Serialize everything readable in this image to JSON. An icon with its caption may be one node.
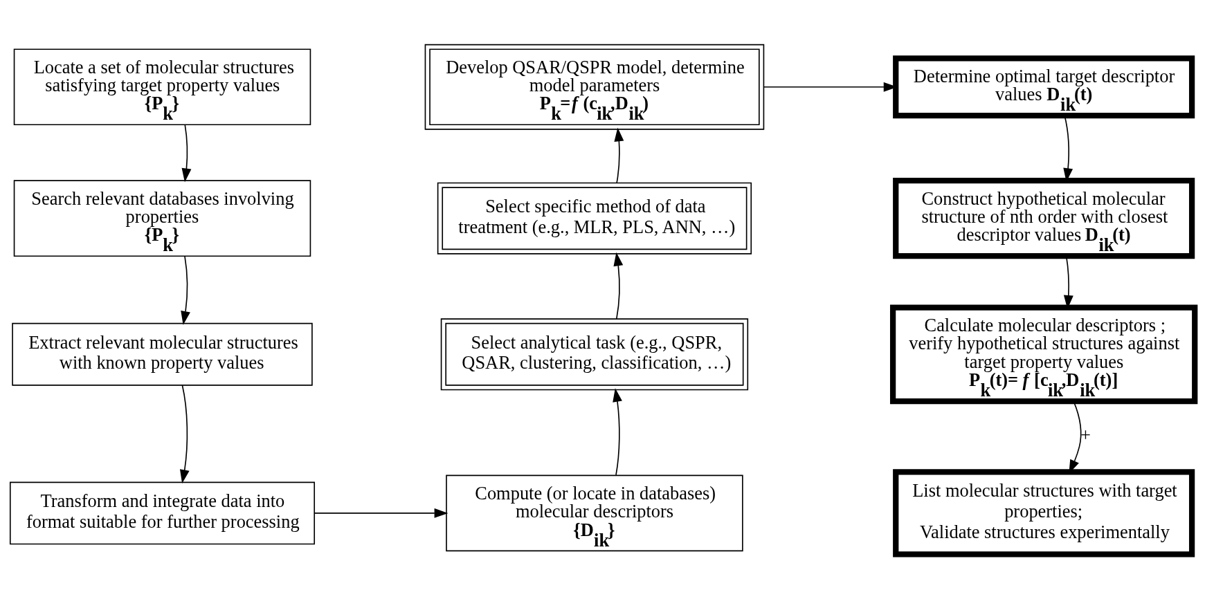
{
  "diagram": {
    "nodes": [
      {
        "text": [
          "Locate a set of molecular structures satisfying target property values",
          "**{P$_{k}$}**"
        ]
      },
      {
        "text": [
          "Search relevant databases involving properties",
          "**{P$_{k}$}**"
        ]
      },
      {
        "text": [
          "Extract relevant molecular structures with known property values"
        ]
      },
      {
        "text": [
          "Transform and integrate data into format suitable for further processing"
        ]
      },
      {
        "text": [
          "Compute (or locate in databases) molecular descriptors",
          "**{D$_{ik}$}**"
        ]
      },
      {
        "text": [
          "Select analytical task (e.g., QSPR, QSAR, clustering, classification, …)"
        ]
      },
      {
        "text": [
          "Select specific method of data treatment (e.g., MLR, PLS, ANN, …)"
        ]
      },
      {
        "text": [
          "Develop QSAR/QSPR model, determine model parameters",
          "**P$_{k}$=*f* (c$_{ik}$,D$_{ik}$)**"
        ]
      },
      {
        "text": [
          "Determine optimal target descriptor values **D$_{ik}$(t)**"
        ]
      },
      {
        "text": [
          "Construct hypothetical molecular structure of nth order with closest descriptor values **D$_{ik}$(t)**"
        ]
      },
      {
        "text": [
          "Calculate molecular descriptors ; verify hypothetical structures against target property values",
          "**P$_{k}$(t)= *f* [c$_{ik}$,D$_{ik}$(t)]**"
        ]
      },
      {
        "text": [
          "List molecular structures with target properties;",
          "Validate structures experimentally"
        ]
      }
    ],
    "edges": [
      {
        "from": 0,
        "to": 1,
        "arrow": "to"
      },
      {
        "from": 1,
        "to": 2,
        "arrow": "to"
      },
      {
        "from": 2,
        "to": 3,
        "arrow": "to"
      },
      {
        "from": 3,
        "to": 4,
        "arrow": "to"
      },
      {
        "from": 4,
        "to": 5,
        "arrow": "to"
      },
      {
        "from": 5,
        "to": 6,
        "arrow": "to"
      },
      {
        "from": 6,
        "to": 7,
        "arrow": "to"
      },
      {
        "from": 7,
        "to": 8,
        "arrow": "to"
      },
      {
        "from": 8,
        "to": 9,
        "arrow": "to"
      },
      {
        "from": 9,
        "to": 10,
        "arrow": "to"
      },
      {
        "from": 10,
        "to": 11,
        "arrow": "to",
        "label": "+"
      }
    ]
  }
}
